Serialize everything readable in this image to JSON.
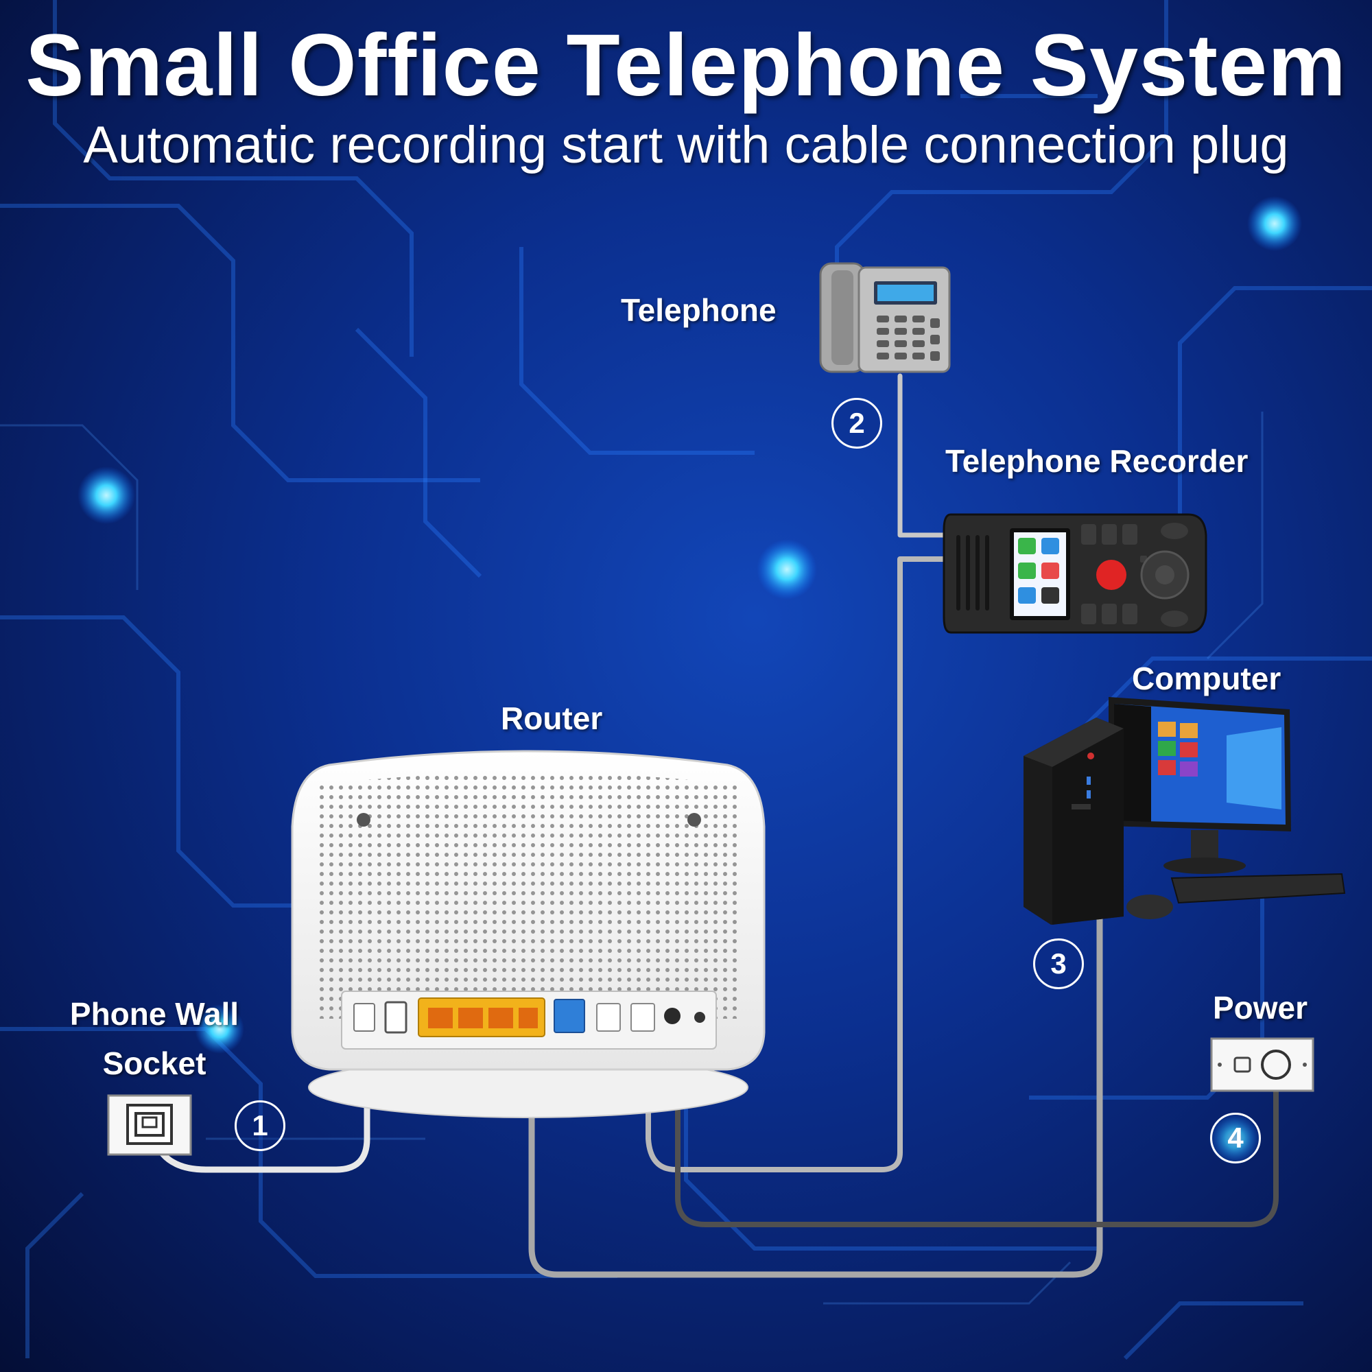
{
  "header": {
    "title": "Small Office Telephone System",
    "subtitle": "Automatic recording start with cable connection plug"
  },
  "devices": {
    "telephone": {
      "label": "Telephone"
    },
    "recorder": {
      "label": "Telephone Recorder"
    },
    "computer": {
      "label": "Computer"
    },
    "router": {
      "label": "Router"
    },
    "wall_socket": {
      "label_line1": "Phone Wall",
      "label_line2": "Socket"
    },
    "power": {
      "label": "Power"
    }
  },
  "steps": [
    "1",
    "2",
    "3",
    "4"
  ],
  "colors": {
    "background": "#0b2f8f",
    "circuit": "#2b7fff",
    "cable_white": "#e6e6e6",
    "cable_gray": "#9a9a9a",
    "cable_dark": "#4a4a4a"
  }
}
